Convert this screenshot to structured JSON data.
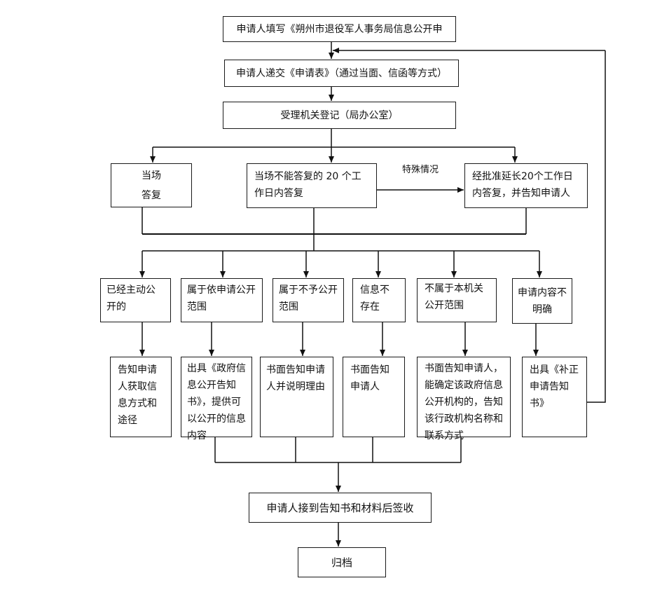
{
  "flowchart": {
    "step_apply_form": "申请人填写《朔州市退役军人事务局信息公开申",
    "step_submit": "申请人递交《申请表》（通过当面、信函等方式）",
    "step_register": "受理机关登记（局办公室）",
    "reply_onsite": "当场\n答复",
    "reply_20days": "当场不能答复的 20 个工作日内答复",
    "special_case_label": "特殊情况",
    "reply_extended": "经批准延长20个工作日内答复，并告知申请人",
    "categories": [
      "已经主动公开的",
      "属于依申请公开范围",
      "属于不予公开范围",
      "信息不存在",
      "不属于本机关公开范围",
      "申请内容不明确"
    ],
    "results": [
      "告知申请人获取信息方式和途径",
      "出具《政府信息公开告知书》，提供可以公开的信息内容",
      "书面告知申请人并说明理由",
      "书面告知申请人",
      "书面告知申请人，能确定该政府信息公开机构的，告知该行政机构名称和联系方式",
      "出具《补正申请告知书》"
    ],
    "step_sign": "申请人接到告知书和材料后签收",
    "step_archive": "归档"
  }
}
